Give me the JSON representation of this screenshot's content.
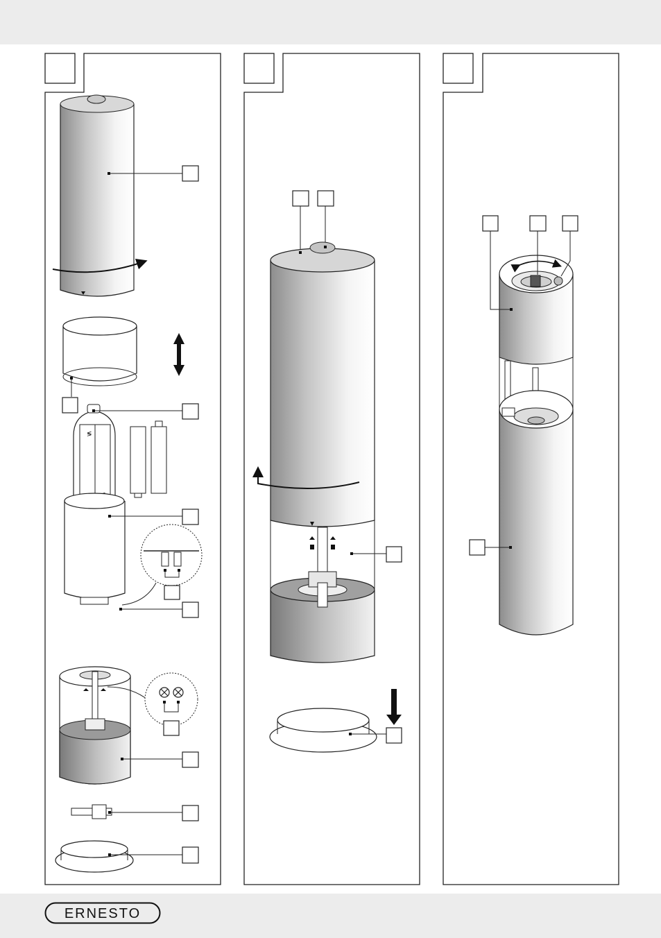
{
  "brand": {
    "logo_text": "ERNESTO"
  },
  "panels": [
    {
      "id": 1,
      "badge": ""
    },
    {
      "id": 2,
      "badge": ""
    },
    {
      "id": 3,
      "badge": ""
    }
  ]
}
